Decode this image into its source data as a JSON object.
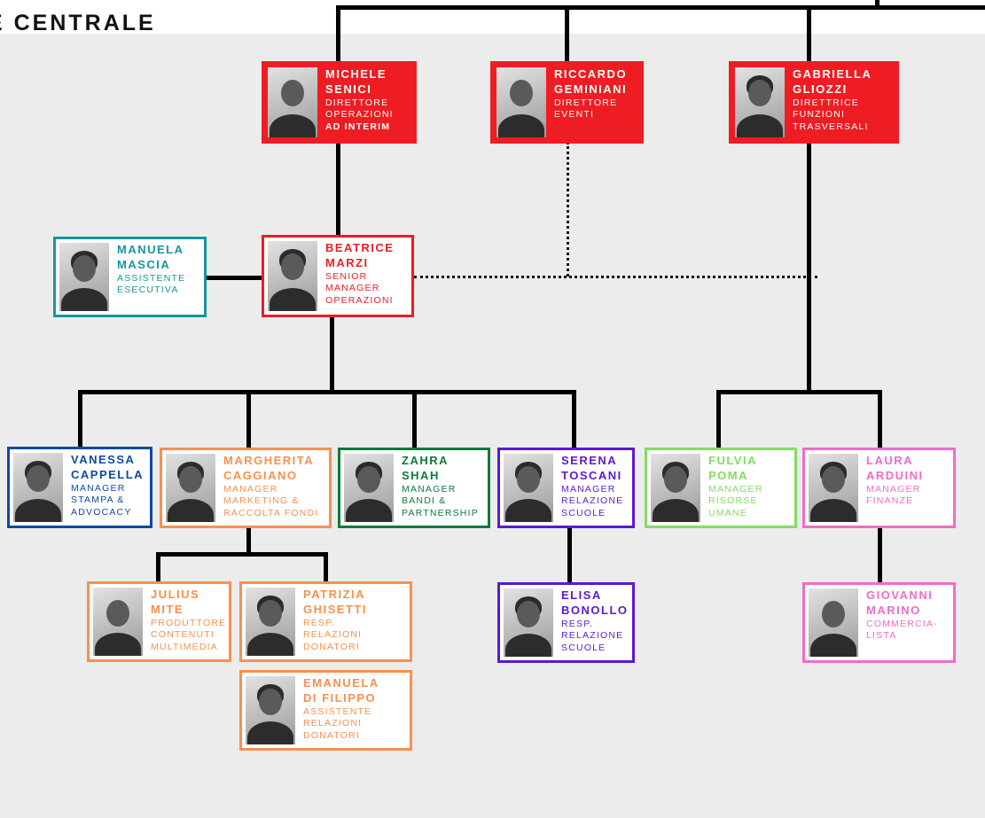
{
  "page": {
    "title": "E CENTRALE"
  },
  "colors": {
    "red": "#ee1d23",
    "teal": "#1496a0",
    "blue": "#0d4aa5",
    "orange": "#f7904f",
    "green": "#0e7a3b",
    "purple": "#5b19d4",
    "lightgreen": "#83dc62",
    "pink": "#f06cc8",
    "line": "#000000",
    "background": "#ececec"
  },
  "people": {
    "senici": {
      "name1": "MICHELE",
      "name2": "SENICI",
      "role1": "DIRETTORE",
      "role2": "OPERAZIONI",
      "role3": "AD INTERIM"
    },
    "geminiani": {
      "name1": "RICCARDO",
      "name2": "GEMINIANI",
      "role1": "DIRETTORE",
      "role2": "EVENTI"
    },
    "gliozzi": {
      "name1": "GABRIELLA",
      "name2": "GLIOZZI",
      "role1": "DIRETTRICE",
      "role2": "FUNZIONI",
      "role3": "TRASVERSALI"
    },
    "mascia": {
      "name1": "MANUELA",
      "name2": "MASCIA",
      "role1": "ASSISTENTE",
      "role2": "ESECUTIVA"
    },
    "marzi": {
      "name1": "BEATRICE",
      "name2": "MARZI",
      "role1": "SENIOR",
      "role2": "MANAGER",
      "role3": "OPERAZIONI"
    },
    "cappella": {
      "name1": "VANESSA",
      "name2": "CAPPELLA",
      "role1": "MANAGER",
      "role2": "STAMPA &",
      "role3": "ADVOCACY"
    },
    "caggiano": {
      "name1": "MARGHERITA",
      "name2": "CAGGIANO",
      "role1": "MANAGER",
      "role2": "MARKETING &",
      "role3": "RACCOLTA FONDI"
    },
    "shah": {
      "name1": "ZAHRA",
      "name2": "SHAH",
      "role1": "MANAGER",
      "role2": "BANDI &",
      "role3": "PARTNERSHIP"
    },
    "toscani": {
      "name1": "SERENA",
      "name2": "TOSCANI",
      "role1": "MANAGER",
      "role2": "RELAZIONE",
      "role3": "SCUOLE"
    },
    "poma": {
      "name1": "FULVIA",
      "name2": "POMA",
      "role1": "MANAGER",
      "role2": "RISORSE",
      "role3": "UMANE"
    },
    "arduini": {
      "name1": "LAURA",
      "name2": "ARDUINI",
      "role1": "MANAGER",
      "role2": "FINANZE"
    },
    "mite": {
      "name1": "JULIUS",
      "name2": "MITE",
      "role1": "PRODUTTORE",
      "role2": "CONTENUTI",
      "role3": "MULTIMEDIA"
    },
    "ghisetti": {
      "name1": "PATRIZIA",
      "name2": "GHISETTI",
      "role1": "RESP.",
      "role2": "RELAZIONI",
      "role3": "DONATORI"
    },
    "difilippo": {
      "name1": "EMANUELA",
      "name2": "DI FILIPPO",
      "role1": "ASSISTENTE",
      "role2": "RELAZIONI",
      "role3": "DONATORI"
    },
    "bonollo": {
      "name1": "ELISA",
      "name2": "BONOLLO",
      "role1": "RESP.",
      "role2": "RELAZIONE",
      "role3": "SCUOLE"
    },
    "marino": {
      "name1": "GIOVANNI",
      "name2": "MARINO",
      "role1": "COMMERCIA-",
      "role2": "LISTA"
    }
  }
}
